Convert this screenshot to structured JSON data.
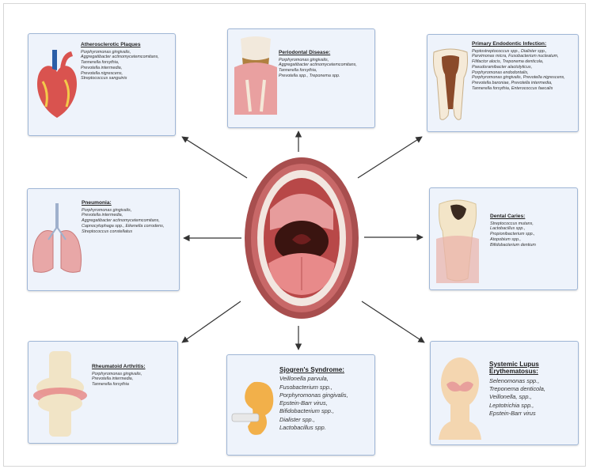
{
  "diagram": {
    "center": "mouth-illustration",
    "boxes": {
      "athero": {
        "title": "Atherosclerotic Plaques",
        "items": [
          "Porphyromonas gingivalis,",
          "Aggregatibacter actinomycetemcomitans,",
          "Tannerella forsythia,",
          "Prevotella intermedia,",
          "Prevotella nigrescens,",
          "Streptococcus sanguinis"
        ]
      },
      "perio": {
        "title": "Periodontal Disease:",
        "items": [
          "Porphyromonas gingivalis,",
          "Aggregatibacter actinomycetemcomitans,",
          "Tannerella forsythia,",
          "Prevotella spp., Treponema spp."
        ]
      },
      "endo": {
        "title": "Primary Endodontic Infection:",
        "items": [
          "Peptostreptococcus spp., Dialister spp.,",
          "Parvimonas micra, Fusobacterium nucleatum,",
          "Filifactor alocis, Treponema denticola,",
          "Pseudoramibacter alactolyticus,",
          "Porphyromonas endodontalis,",
          "Porphyromonas gingivalis, Prevotella nigrescens,",
          "Prevotella baroniae, Prevotella intermedia,",
          "Tannerella forsythia, Enterococcus faecalis"
        ]
      },
      "pneumonia": {
        "title": "Pneumonia:",
        "items": [
          "Porphyromonas gingivalis,",
          "Prevotella intermedia,",
          "Aggregatibacter actinomycetemcomitans,",
          "Capnocytophaga spp., Eikenella corrodens,",
          "Streptococcus constellatus"
        ]
      },
      "caries": {
        "title": "Dental Caries:",
        "items": [
          "Streptococcus mutans,",
          "Lactobacillus spp.,",
          "Propionibacterium spp.,",
          "Atopobium spp.,",
          "Bifidobacterium dentium"
        ]
      },
      "ra": {
        "title": "Rheumatoid Arthritis:",
        "items": [
          "Porphyromonas gingivalis,",
          "Prevotella intermedia,",
          "Tannerella forsythia"
        ]
      },
      "sjogren": {
        "title": "Sjogren's Syndrome:",
        "items": [
          "Veillonella parvula,",
          "Fusobacterium spp.,",
          "Porphyromonas gingivalis,",
          "Epstein-Barr virus,",
          "Bifidobacterium spp.,",
          "Dialister spp.,",
          "Lactobacillus spp."
        ]
      },
      "sle": {
        "title": "Systemic Lupus Erythematosus:",
        "items": [
          "Selenomonas spp.,",
          "Treponema denticola,",
          "Veillonella, spp.,",
          "Leptotrichia spp.,",
          "Epstein-Barr virus"
        ]
      }
    },
    "colors": {
      "box_fill": "#eef3fb",
      "box_border": "#9fb6d6",
      "lip": "#b85a5a",
      "tongue": "#e58c8c",
      "arrow": "#333333"
    }
  }
}
